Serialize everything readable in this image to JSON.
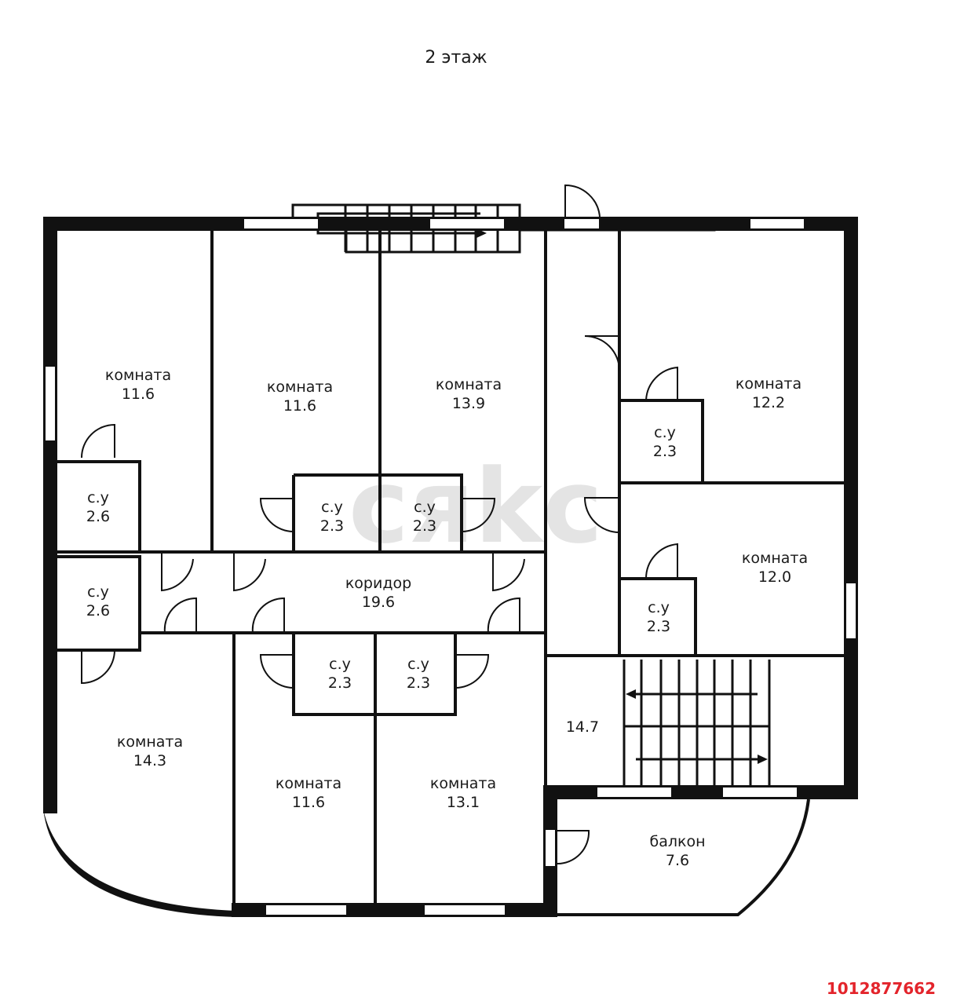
{
  "title": "2 этаж",
  "watermark": "cяkc",
  "listing_id": "1012877662",
  "colors": {
    "wall": "#111111",
    "listing_id": "#e3242b",
    "watermark": "#cfcfcf"
  },
  "rooms": [
    {
      "key": "r1",
      "name": "комната",
      "area": "11.6"
    },
    {
      "key": "r2",
      "name": "комната",
      "area": "11.6"
    },
    {
      "key": "r3",
      "name": "комната",
      "area": "13.9"
    },
    {
      "key": "r4",
      "name": "комната",
      "area": "12.2"
    },
    {
      "key": "r5",
      "name": "комната",
      "area": "12.0"
    },
    {
      "key": "r6",
      "name": "комната",
      "area": "14.3"
    },
    {
      "key": "r7",
      "name": "комната",
      "area": "11.6"
    },
    {
      "key": "r8",
      "name": "комната",
      "area": "13.1"
    },
    {
      "key": "bath1",
      "name": "с.у",
      "area": "2.6"
    },
    {
      "key": "bath2",
      "name": "с.у",
      "area": "2.6"
    },
    {
      "key": "bath3",
      "name": "с.у",
      "area": "2.3"
    },
    {
      "key": "bath4",
      "name": "с.у",
      "area": "2.3"
    },
    {
      "key": "bath5",
      "name": "с.у",
      "area": "2.3"
    },
    {
      "key": "bath6",
      "name": "с.у",
      "area": "2.3"
    },
    {
      "key": "bath7",
      "name": "с.у",
      "area": "2.3"
    },
    {
      "key": "bath8",
      "name": "с.у",
      "area": "2.3"
    },
    {
      "key": "corridor",
      "name": "коридор",
      "area": "19.6"
    },
    {
      "key": "hall",
      "name": "",
      "area": "14.7"
    },
    {
      "key": "balcony",
      "name": "балкон",
      "area": "7.6"
    }
  ]
}
